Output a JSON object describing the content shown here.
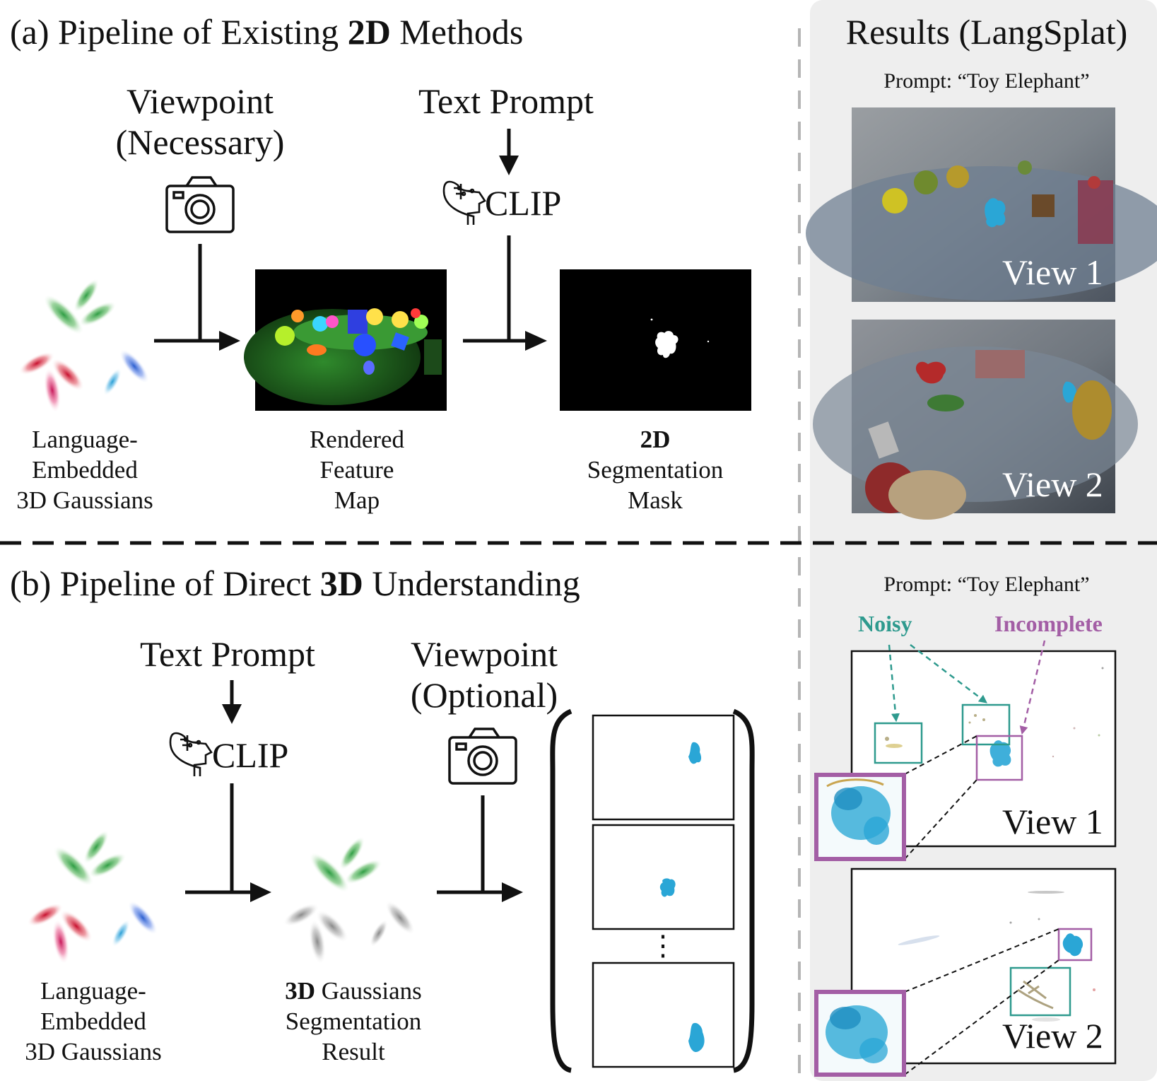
{
  "section_a": {
    "title_pre": "(a) Pipeline of Existing ",
    "title_bold": "2D",
    "title_post": " Methods"
  },
  "section_b": {
    "title_pre": "(b) Pipeline of Direct ",
    "title_bold": "3D",
    "title_post": " Understanding"
  },
  "top": {
    "viewpoint_line1": "Viewpoint",
    "viewpoint_line2": "(Necessary)",
    "text_prompt": "Text Prompt",
    "clip": "CLIP",
    "gaussians_caption": [
      "Language-",
      "Embedded",
      "3D Gaussians"
    ],
    "feature_caption": [
      "Rendered",
      "Feature",
      "Map"
    ],
    "mask_caption_bold": "2D",
    "mask_caption": [
      "Segmentation",
      "Mask"
    ]
  },
  "bottom": {
    "text_prompt": "Text Prompt",
    "clip": "CLIP",
    "viewpoint_line1": "Viewpoint",
    "viewpoint_line2": "(Optional)",
    "gaussians_caption": [
      "Language-",
      "Embedded",
      "3D Gaussians"
    ],
    "result_caption_bold": "3D",
    "result_caption_rest": " Gaussians",
    "result_caption": [
      "Segmentation",
      "Result"
    ],
    "ellipsis": "⋮"
  },
  "results": {
    "title": "Results (LangSplat)",
    "prompt_top": "Prompt: “Toy Elephant”",
    "prompt_bottom": "Prompt: “Toy Elephant”",
    "view1": "View 1",
    "view2": "View 2",
    "noisy_label": "Noisy",
    "incomplete_label": "Incomplete"
  },
  "colors": {
    "panel_bg": "#eeeeee",
    "noisy": "#2e9a8e",
    "incomplete": "#a35ea5",
    "elephant": "#2aa6d6",
    "gaussian_green": "#3aa84a",
    "gaussian_red": "#d8303a",
    "gaussian_blue": "#3a78d8"
  },
  "icons": [
    "camera-icon",
    "brain-head-icon",
    "gaussian-ellipses-icon",
    "arrow-icon"
  ]
}
